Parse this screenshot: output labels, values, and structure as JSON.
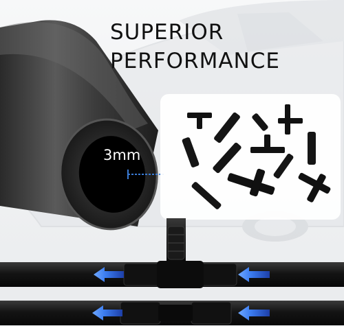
{
  "headline": {
    "line1": "SUPERIOR",
    "line2": "PERFORMANCE"
  },
  "tube": {
    "inner_diameter_label": "3mm"
  },
  "colors": {
    "tube_black": "#141414",
    "flow_arrow": "#2f6fe0",
    "panel_white": "#ffffff"
  },
  "icons": {
    "flow_left_arrow": "arrow-left-icon",
    "tee_connector": "tee-connector-icon",
    "straight_connector": "straight-connector-icon"
  }
}
